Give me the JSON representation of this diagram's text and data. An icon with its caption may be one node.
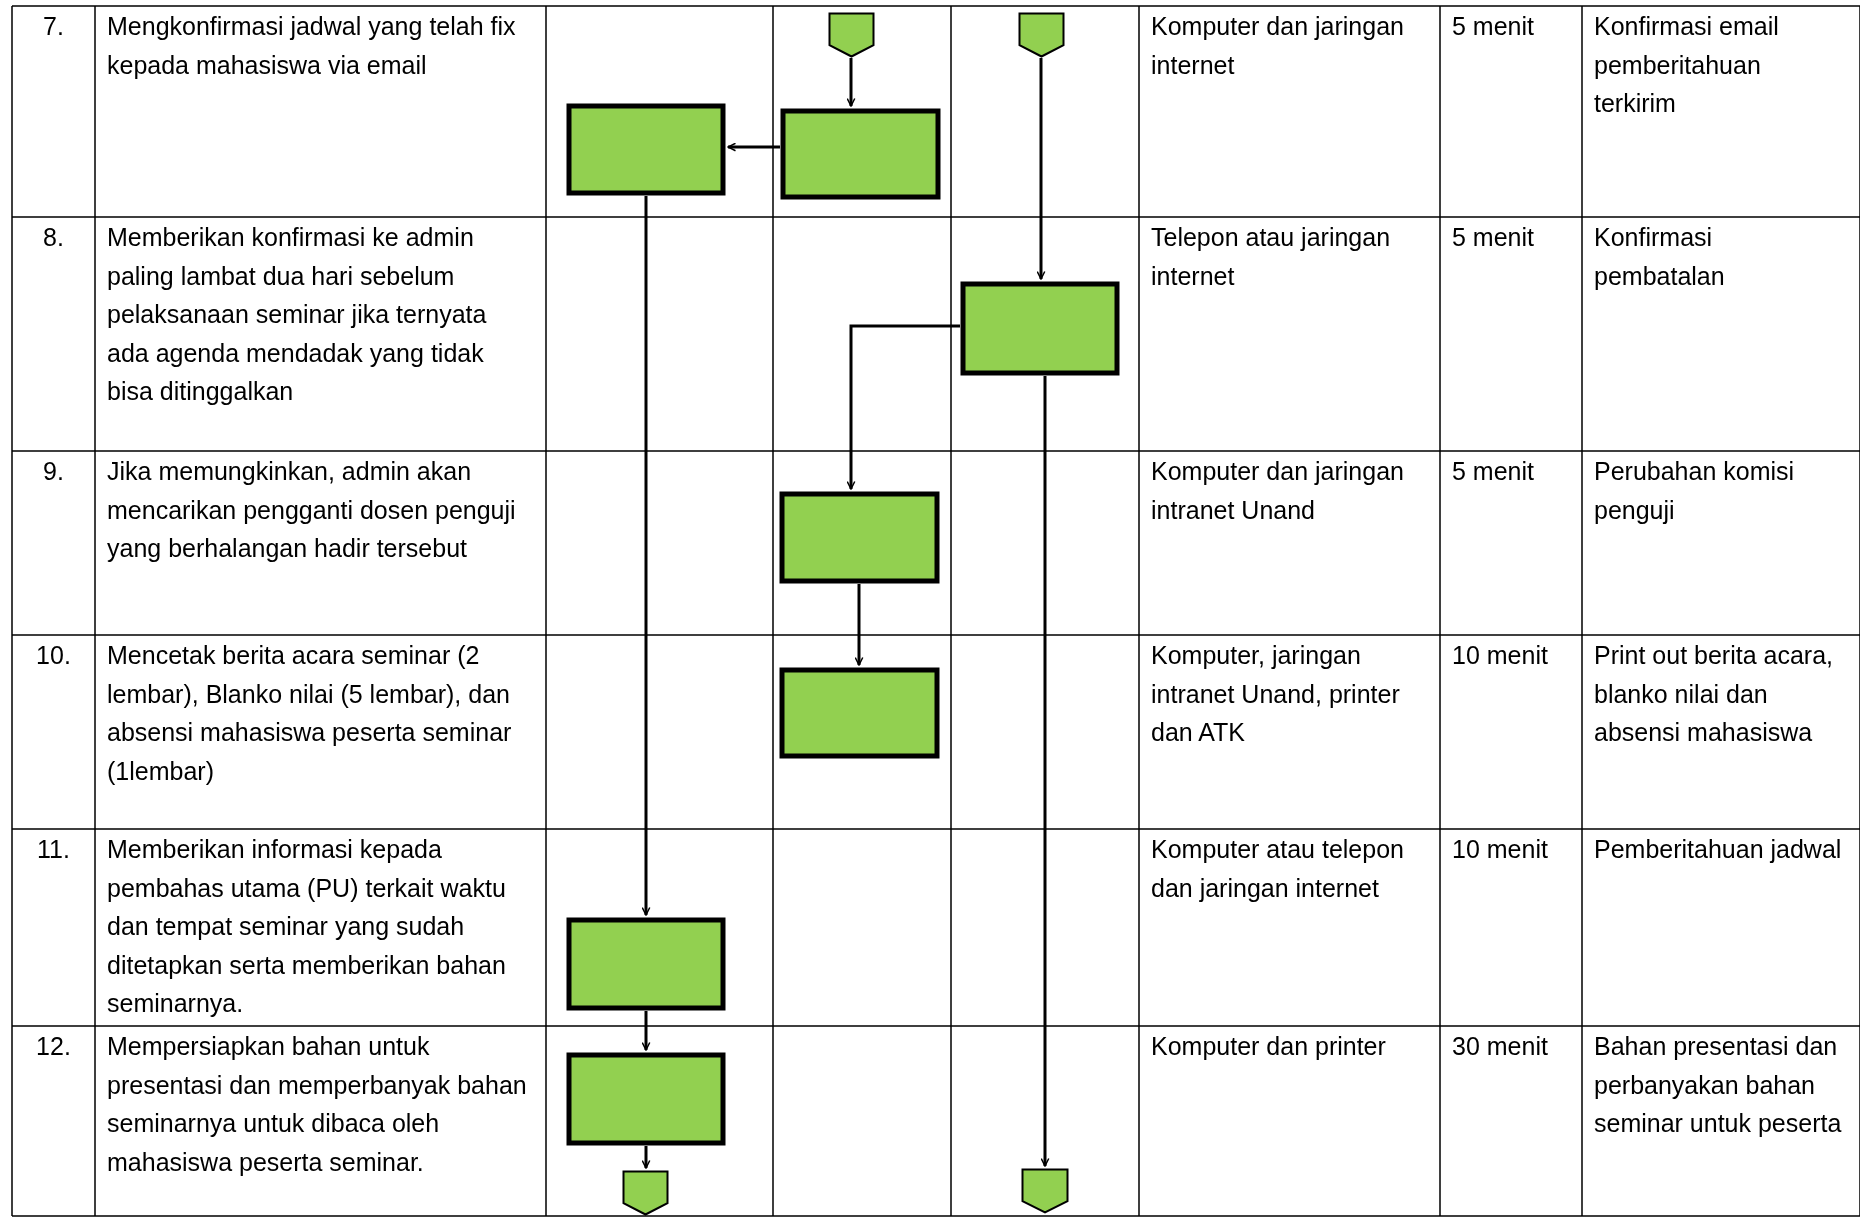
{
  "diagram": {
    "nodes": [
      {
        "text": [],
        "shape": "pentagon"
      },
      {
        "text": [],
        "shape": "pentagon"
      },
      {
        "text": [],
        "shape": "box"
      },
      {
        "text": [],
        "shape": "box"
      },
      {
        "text": [],
        "shape": "box"
      },
      {
        "text": [],
        "shape": "box"
      },
      {
        "text": [],
        "shape": "box"
      },
      {
        "text": [],
        "shape": "box"
      },
      {
        "text": [],
        "shape": "box"
      },
      {
        "text": [],
        "shape": "pentagon"
      },
      {
        "text": [],
        "shape": "pentagon"
      }
    ],
    "edges": [
      {
        "from": 0,
        "to": 3,
        "arrow": "to"
      },
      {
        "from": 3,
        "to": 2,
        "arrow": "to"
      },
      {
        "from": 1,
        "to": 4,
        "arrow": "to"
      },
      {
        "from": 4,
        "to": 5,
        "arrow": "to"
      },
      {
        "from": 5,
        "to": 6,
        "arrow": "to"
      },
      {
        "from": 2,
        "to": 7,
        "arrow": "to"
      },
      {
        "from": 7,
        "to": 8,
        "arrow": "to"
      },
      {
        "from": 8,
        "to": 9,
        "arrow": "to"
      },
      {
        "from": 4,
        "to": 10,
        "arrow": "to"
      }
    ],
    "labels": [
      "7.",
      "Mengkonfirmasi jadwal yang telah fix kepada mahasiswa via email",
      "Komputer dan jaringan internet",
      "5 menit",
      "Konfirmasi email pemberitahuan terkirim",
      "8.",
      "Memberikan konfirmasi ke admin paling lambat dua hari sebelum pelaksanaan seminar jika ternyata ada agenda mendadak yang tidak bisa ditinggalkan",
      "Telepon atau jaringan internet",
      "5 menit",
      "Konfirmasi pembatalan",
      "9.",
      "Jika memungkinkan, admin akan mencarikan pengganti dosen penguji yang berhalangan hadir tersebut",
      "Komputer dan jaringan intranet Unand",
      "5 menit",
      "Perubahan komisi penguji",
      "10.",
      "Mencetak berita acara seminar (2 lembar), Blanko nilai (5 lembar), dan absensi mahasiswa peserta seminar (1lembar)",
      "Komputer, jaringan intranet Unand, printer dan ATK",
      "10 menit",
      "Print out berita acara, blanko nilai dan absensi mahasiswa",
      "11.",
      "Memberikan informasi kepada pembahas utama (PU) terkait waktu dan tempat seminar yang sudah ditetapkan serta memberikan bahan seminarnya.",
      "Komputer atau telepon dan jaringan internet",
      "10 menit",
      "Pemberitahuan jadwal",
      "12.",
      "Mempersiapkan bahan untuk presentasi dan memperbanyak bahan seminarnya untuk dibaca oleh mahasiswa peserta seminar.",
      "Komputer dan printer",
      "30 menit",
      "Bahan presentasi dan perbanyakan bahan seminar untuk peserta"
    ]
  }
}
